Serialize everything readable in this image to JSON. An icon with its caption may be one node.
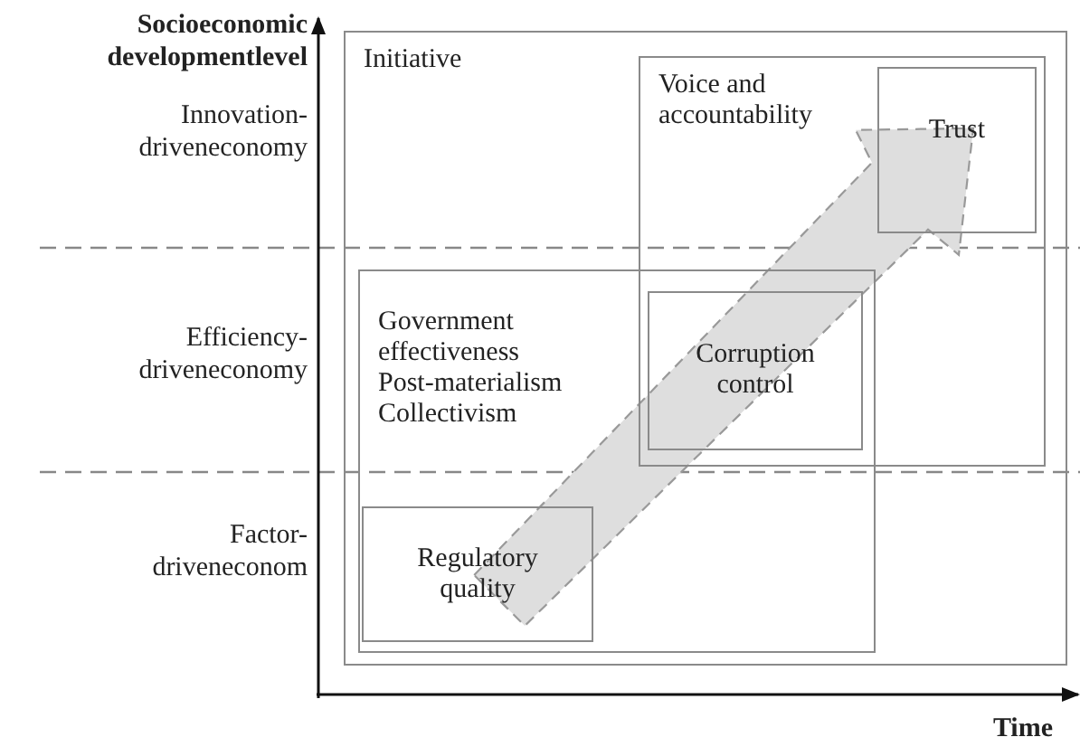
{
  "diagram": {
    "nodes": [
      {
        "text": [
          "Initiative"
        ]
      },
      {
        "text": [
          "Voice and accountability"
        ],
        "in": 0
      },
      {
        "text": [
          "Trust"
        ],
        "in": 1
      },
      {
        "text": [
          "Government effectiveness",
          "Post-materialism",
          "Collectivism"
        ],
        "in": 0
      },
      {
        "text": [
          "Corruption control"
        ]
      },
      {
        "text": [
          "Regulatory quality"
        ],
        "in": 3
      }
    ],
    "edges": [
      {
        "from": 5,
        "to": 2,
        "arrow": "to",
        "style": "dashed"
      }
    ],
    "labels": [
      "Socioeconomic developmentlevel",
      "Innovation-driveneconomy",
      "Efficiency-driveneconomy",
      "Factor-driveneconom",
      "Time"
    ]
  }
}
